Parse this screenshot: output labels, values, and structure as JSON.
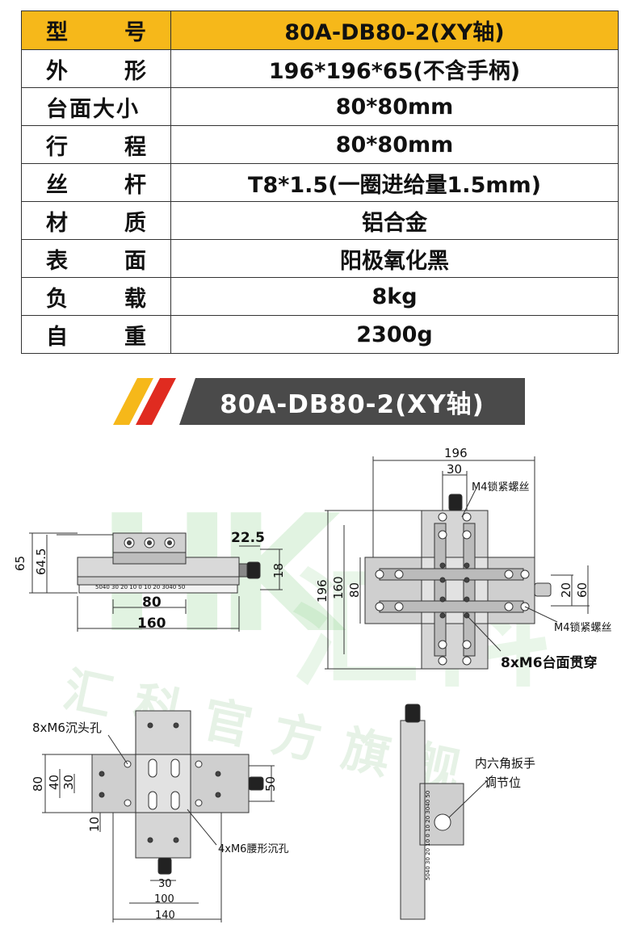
{
  "spec": {
    "model": {
      "label_a": "型",
      "label_b": "号",
      "value": "80A-DB80-2(XY轴)"
    },
    "rows": [
      {
        "label_a": "外",
        "label_b": "形",
        "value": "196*196*65(不含手柄)"
      },
      {
        "label_full": "台面大小",
        "value": "80*80mm"
      },
      {
        "label_a": "行",
        "label_b": "程",
        "value": "80*80mm"
      },
      {
        "label_a": "丝",
        "label_b": "杆",
        "value": "T8*1.5(一圈进给量1.5mm)"
      },
      {
        "label_a": "材",
        "label_b": "质",
        "value": "铝合金"
      },
      {
        "label_a": "表",
        "label_b": "面",
        "value": "阳极氧化黑"
      },
      {
        "label_a": "负",
        "label_b": "载",
        "value": "8kg"
      },
      {
        "label_a": "自",
        "label_b": "重",
        "value": "2300g"
      }
    ]
  },
  "banner": {
    "title": "80A-DB80-2(XY轴)"
  },
  "watermark": {
    "logo": "HK",
    "big": "汇科",
    "text": "汇科官方旗舰"
  },
  "side_view": {
    "dim_65": "65",
    "dim_645": "64.5",
    "dim_225": "22.5",
    "dim_18": "18",
    "dim_80": "80",
    "dim_160": "160",
    "scale": "5040 30 20 10  0  10 20 3040 50"
  },
  "top_view": {
    "dim_196_w": "196",
    "dim_30": "30",
    "lock1": "M4锁紧螺丝",
    "dim_196_h": "196",
    "dim_160": "160",
    "dim_80": "80",
    "dim_20": "20",
    "dim_60": "60",
    "lock2": "M4锁紧螺丝",
    "m6_through": "8xM6台面贯穿"
  },
  "bottom_view": {
    "counterbore": "8xM6沉头孔",
    "dim_80": "80",
    "dim_40": "40",
    "dim_30v": "30",
    "dim_10": "10",
    "dim_50": "50",
    "slot_holes": "4xM6腰形沉孔",
    "dim_30": "30",
    "dim_100": "100",
    "dim_140": "140"
  },
  "end_view": {
    "hex_wrench_1": "内六角扳手",
    "hex_wrench_2": "调节位",
    "scale": "5040 30 20 10  0  10 20 3040 50"
  }
}
